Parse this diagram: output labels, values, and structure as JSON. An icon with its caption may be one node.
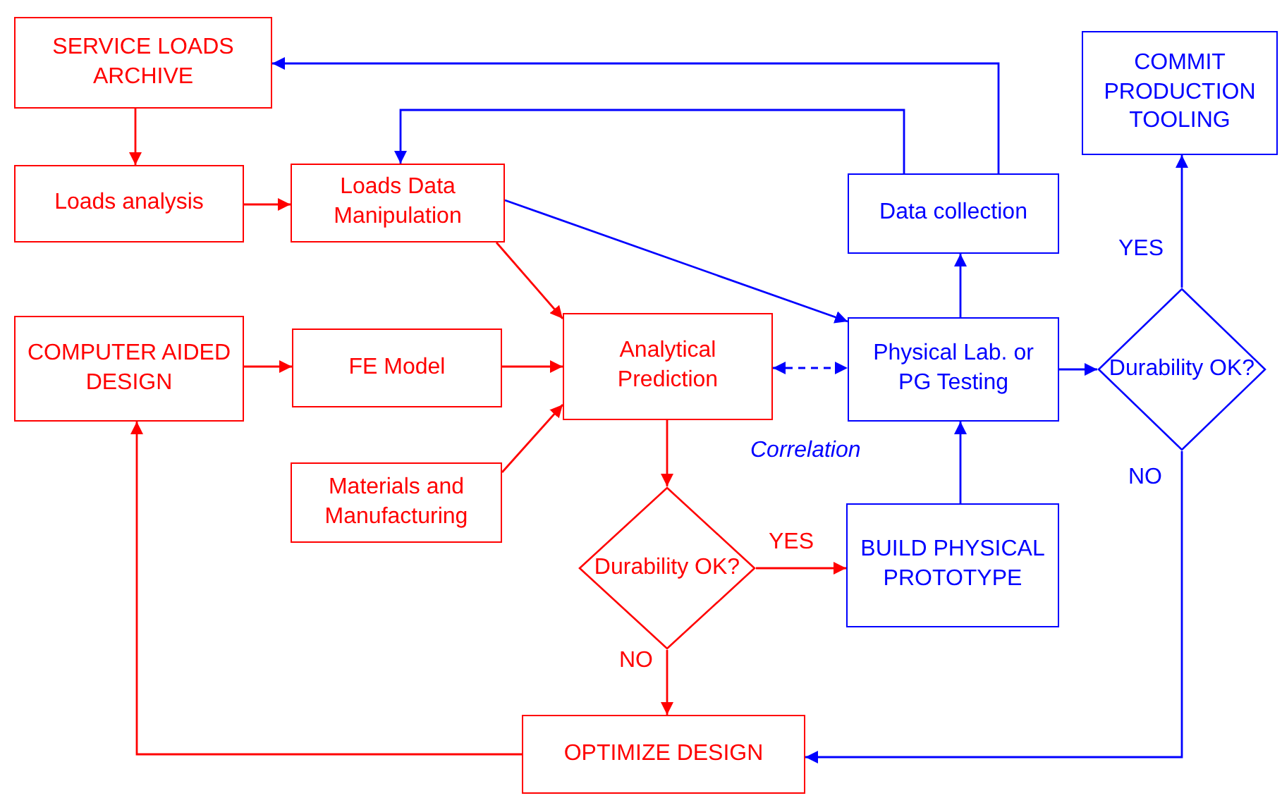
{
  "diagram": {
    "nodes": [
      {
        "text": [
          "SERVICE LOADS ARCHIVE"
        ]
      },
      {
        "text": [
          "Loads analysis"
        ]
      },
      {
        "text": [
          "Loads Data Manipulation"
        ]
      },
      {
        "text": [
          "COMPUTER AIDED DESIGN"
        ]
      },
      {
        "text": [
          "FE Model"
        ]
      },
      {
        "text": [
          "Analytical Prediction"
        ]
      },
      {
        "text": [
          "Materials and Manufacturing"
        ]
      },
      {
        "text": [
          "Durability OK?"
        ]
      },
      {
        "text": [
          "OPTIMIZE DESIGN"
        ]
      },
      {
        "text": [
          "Data collection"
        ]
      },
      {
        "text": [
          "Physical Lab. or PG Testing"
        ]
      },
      {
        "text": [
          "BUILD PHYSICAL PROTOTYPE"
        ]
      },
      {
        "text": [
          "Durability OK?"
        ]
      },
      {
        "text": [
          "COMMIT PRODUCTION TOOLING"
        ]
      }
    ],
    "edges": [
      {
        "from": 0,
        "to": 1,
        "arrow": "to"
      },
      {
        "from": 1,
        "to": 2,
        "arrow": "to"
      },
      {
        "from": 2,
        "to": 5,
        "arrow": "to"
      },
      {
        "from": 3,
        "to": 4,
        "arrow": "to"
      },
      {
        "from": 4,
        "to": 5,
        "arrow": "to"
      },
      {
        "from": 6,
        "to": 5,
        "arrow": "to"
      },
      {
        "from": 5,
        "to": 7,
        "arrow": "to"
      },
      {
        "from": 7,
        "to": 11,
        "arrow": "to",
        "label": "YES"
      },
      {
        "from": 7,
        "to": 8,
        "arrow": "to",
        "label": "NO"
      },
      {
        "from": 8,
        "to": 3,
        "arrow": "to"
      },
      {
        "from": 2,
        "to": 10,
        "arrow": "to",
        "color": "#0000ff"
      },
      {
        "from": 5,
        "to": 10,
        "arrow": "both",
        "style": "dashed",
        "color": "#0000ff",
        "label": "Correlation"
      },
      {
        "from": 11,
        "to": 10,
        "arrow": "to",
        "color": "#0000ff"
      },
      {
        "from": 10,
        "to": 9,
        "arrow": "to",
        "color": "#0000ff"
      },
      {
        "from": 9,
        "to": 0,
        "arrow": "to",
        "color": "#0000ff"
      },
      {
        "from": 9,
        "to": 2,
        "arrow": "to",
        "color": "#0000ff"
      },
      {
        "from": 10,
        "to": 12,
        "arrow": "to",
        "color": "#0000ff"
      },
      {
        "from": 12,
        "to": 13,
        "arrow": "to",
        "color": "#0000ff",
        "label": "YES"
      },
      {
        "from": 12,
        "to": 8,
        "arrow": "to",
        "color": "#0000ff",
        "label": "NO"
      }
    ]
  }
}
